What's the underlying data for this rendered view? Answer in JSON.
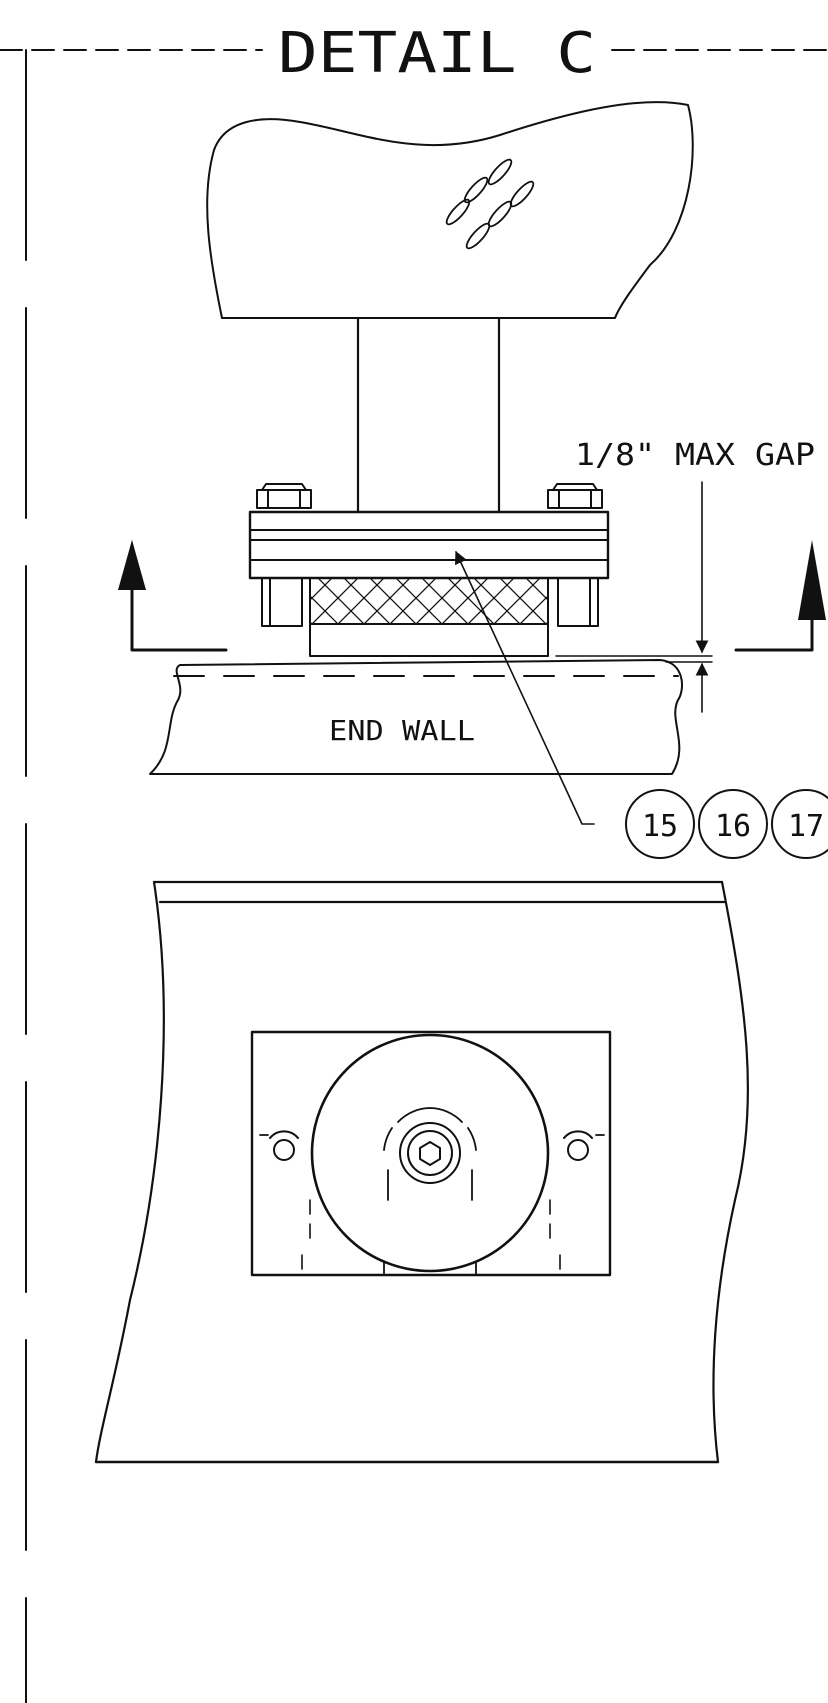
{
  "title": "DETAIL C",
  "gap_note": "1/8\" MAX GAP",
  "end_wall_label": "END WALL",
  "callouts": [
    "15",
    "16",
    "17"
  ]
}
